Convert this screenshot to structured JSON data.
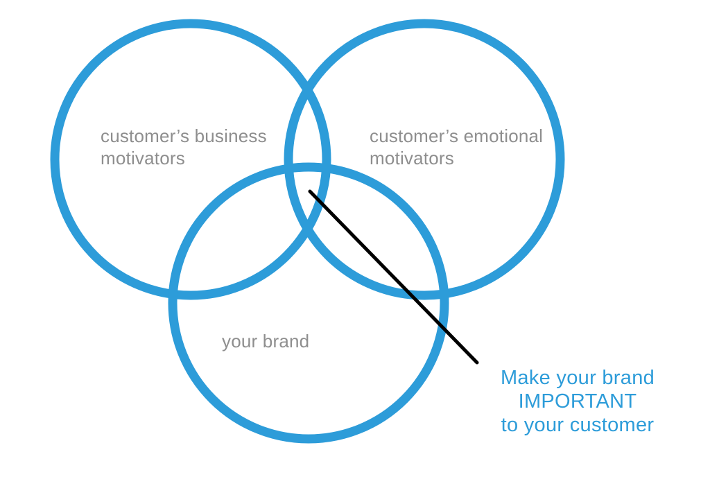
{
  "colors": {
    "circle_stroke": "#2d9cd9",
    "label_text": "#8e8e8e",
    "annotation_text": "#2d9cd9",
    "pointer_line": "#000000",
    "background": "#ffffff"
  },
  "diagram": {
    "type": "venn",
    "circles": [
      {
        "id": "business",
        "label": "customer’s business\nmotivators"
      },
      {
        "id": "emotional",
        "label": "customer’s emotional\nmotivators"
      },
      {
        "id": "brand",
        "label": "your brand"
      }
    ],
    "annotation": {
      "text": "Make your brand\nIMPORTANT\nto your customer"
    }
  }
}
